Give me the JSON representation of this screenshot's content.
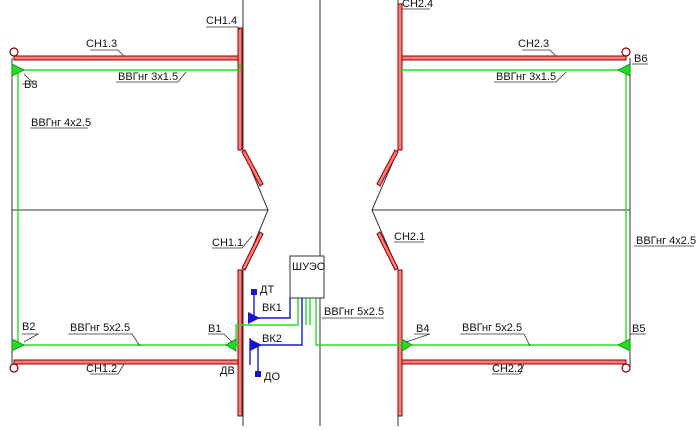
{
  "colors": {
    "background": "#ffffff",
    "structure": "#333333",
    "heater_outline": "#8a0000",
    "heater_fill": "#ff7a7a",
    "cable_green": "#22dd22",
    "control_blue": "#1616cc",
    "text": "#111111"
  },
  "heater_labels": {
    "ch11": "СН1.1",
    "ch12": "СН1.2",
    "ch13": "СН1.3",
    "ch14": "СН1.4",
    "ch21": "СН2.1",
    "ch22": "СН2.2",
    "ch23": "СН2.3",
    "ch24": "СН2.4"
  },
  "box_labels": {
    "b1": "В1",
    "b2": "В2",
    "b3": "В3",
    "b4": "В4",
    "b5": "В5",
    "b6": "В6"
  },
  "cable_labels": {
    "left_top": "ВВГнг 3х1.5",
    "right_top": "ВВГнг 3х1.5",
    "left_vertical": "ВВГнг 4х2.5",
    "right_vertical": "ВВГнг 4х2.5",
    "left_bottom": "ВВГнг 5х2.5",
    "right_bottom": "ВВГнг 5х2.5",
    "panel_out": "ВВГнг 5х2.5"
  },
  "control": {
    "panel": "ШУЭО",
    "dt": "ДТ",
    "bk1": "ВК1",
    "bk2": "ВК2",
    "dv": "ДВ",
    "do": "ДО"
  }
}
